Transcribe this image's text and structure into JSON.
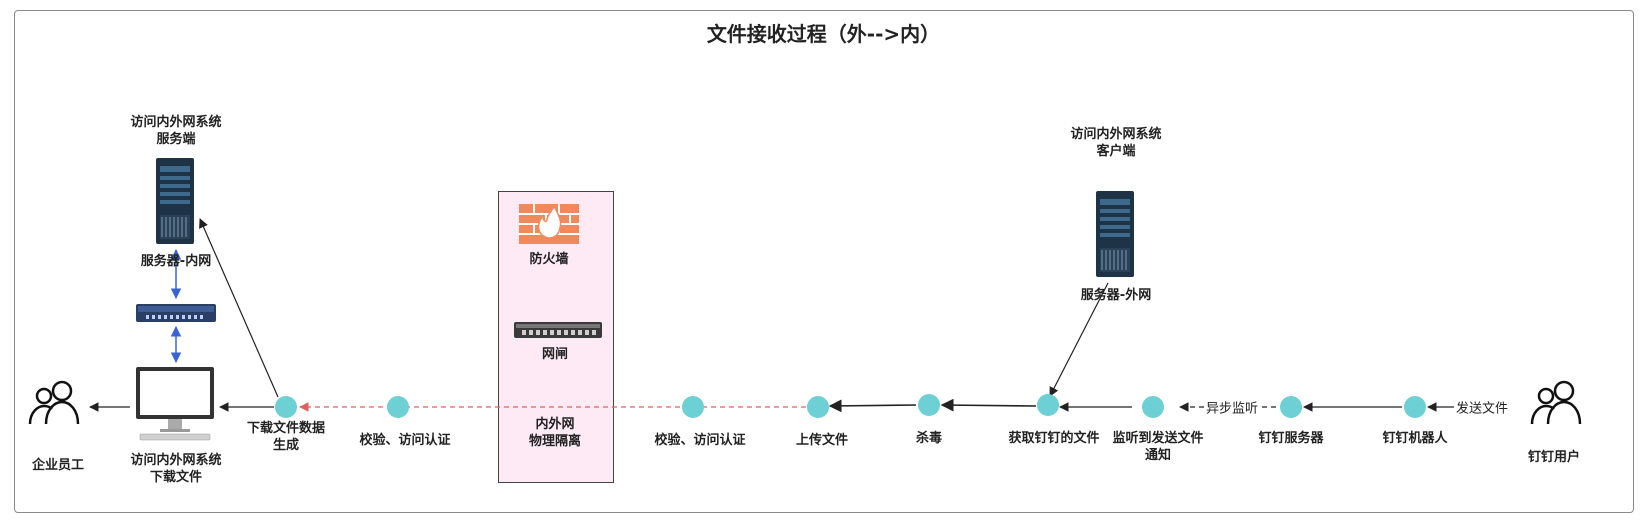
{
  "title": "文件接收过程（外-->内）",
  "servers": {
    "inner_top_label_1": "访问内外网系统",
    "inner_top_label_2": "服务端",
    "inner_label": "服务器-内网",
    "outer_top_label_1": "访问内外网系统",
    "outer_top_label_2": "客户端",
    "outer_label": "服务器-外网"
  },
  "zone": {
    "firewall_label": "防火墙",
    "gateway_label": "网闸",
    "isolation_label_1": "内外网",
    "isolation_label_2": "物理隔离"
  },
  "actors": {
    "employee": "企业员工",
    "dingtalk_user": "钉钉用户"
  },
  "terminal": {
    "label_1": "访问内外网系统",
    "label_2": "下载文件"
  },
  "steps": {
    "gen_1": "下载文件数据",
    "gen_2": "生成",
    "verify_left": "校验、访问认证",
    "verify_right": "校验、访问认证",
    "upload": "上传文件",
    "antivirus": "杀毒",
    "fetch": "获取钉钉的文件",
    "listen_1": "监听到发送文件",
    "listen_2": "通知",
    "dt_server": "钉钉服务器",
    "dt_robot": "钉钉机器人"
  },
  "edges": {
    "async_listen": "异步监听",
    "send_file": "发送文件"
  },
  "colors": {
    "node": "#6dd0d4",
    "dashed_red": "#e06060",
    "blue_link": "#3a63d6",
    "zone_fill": "#fdeaf5",
    "firewall": "#f08a5d"
  }
}
